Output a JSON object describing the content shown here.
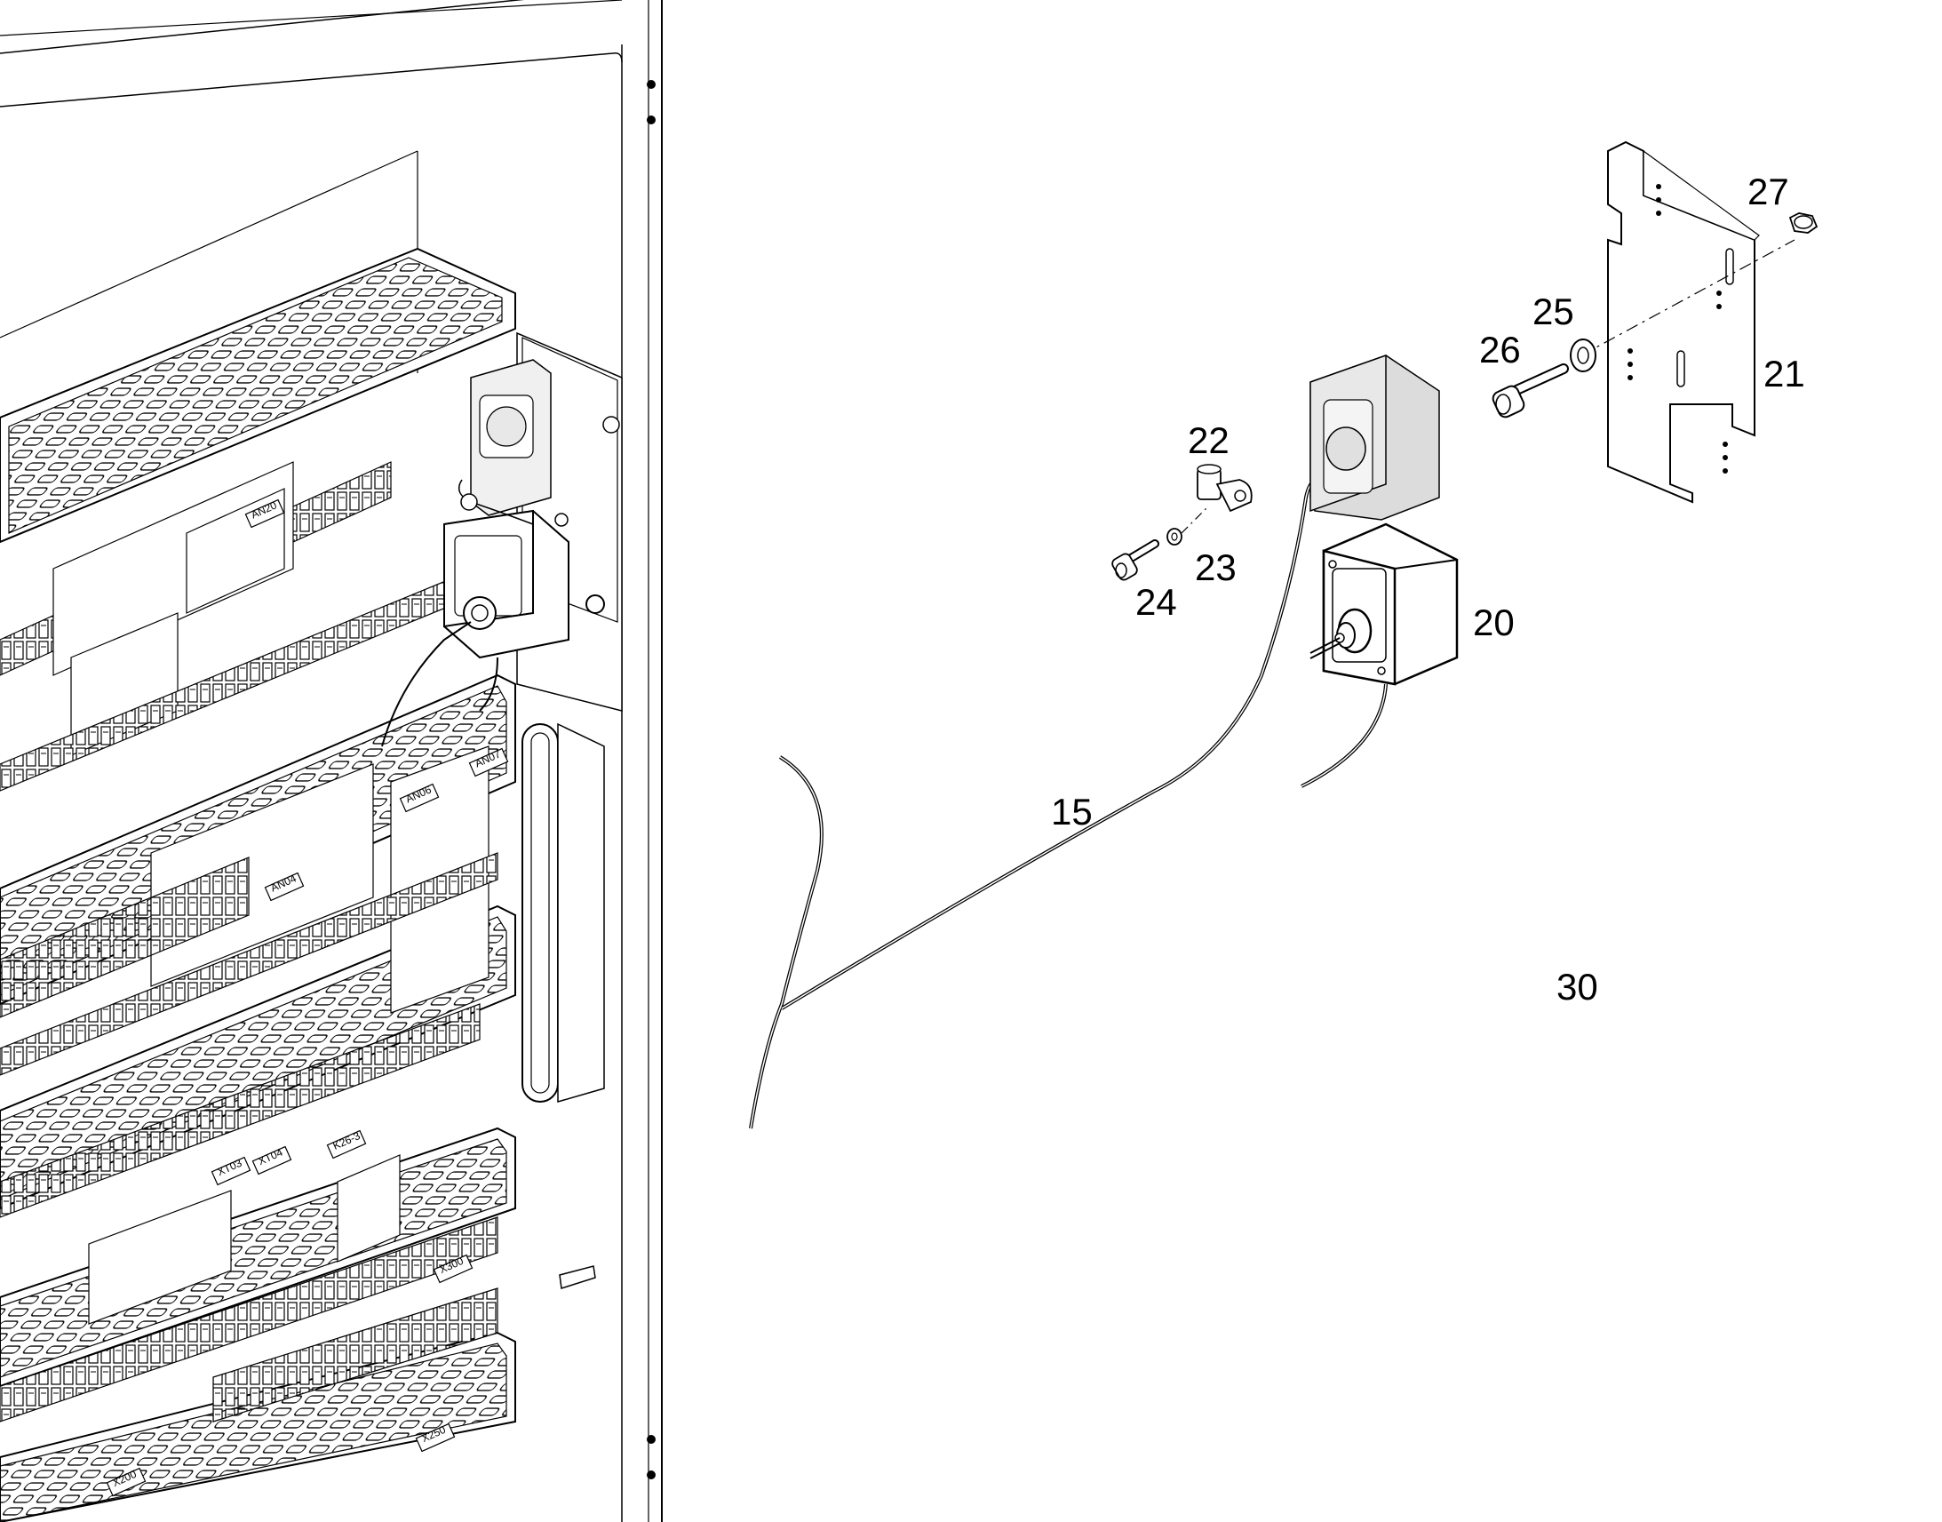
{
  "diagram": {
    "callouts": [
      {
        "id": "15",
        "label": "15"
      },
      {
        "id": "20",
        "label": "20"
      },
      {
        "id": "21",
        "label": "21"
      },
      {
        "id": "22",
        "label": "22"
      },
      {
        "id": "23",
        "label": "23"
      },
      {
        "id": "24",
        "label": "24"
      },
      {
        "id": "25",
        "label": "25"
      },
      {
        "id": "26",
        "label": "26"
      },
      {
        "id": "27",
        "label": "27"
      },
      {
        "id": "30",
        "label": "30"
      }
    ],
    "cabinet_labels": [
      "AN20",
      "AN04",
      "AN06",
      "AN07",
      "X300",
      "X200",
      "X250",
      "XT03",
      "XT04",
      "K26-3"
    ]
  },
  "colors": {
    "line": "#000000",
    "background": "#ffffff",
    "shade": "#dcdcdc"
  }
}
